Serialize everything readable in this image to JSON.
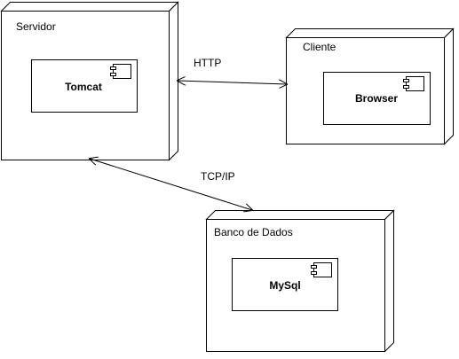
{
  "diagram": {
    "nodes": {
      "servidor": {
        "label": "Servidor",
        "component": "Tomcat"
      },
      "cliente": {
        "label": "Cliente",
        "component": "Browser"
      },
      "banco": {
        "label": "Banco de Dados",
        "component": "MySql"
      }
    },
    "connections": {
      "http": {
        "label": "HTTP"
      },
      "tcpip": {
        "label": "TCP/IP"
      }
    }
  }
}
